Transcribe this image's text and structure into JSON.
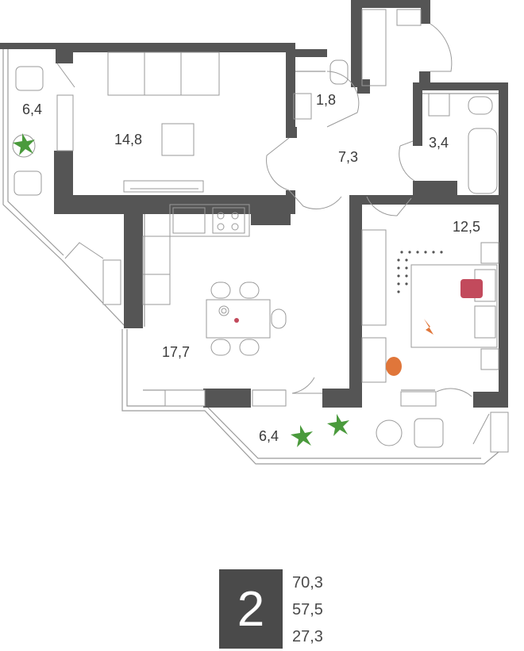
{
  "rooms": [
    {
      "id": "balcony-left",
      "area": "6,4"
    },
    {
      "id": "living",
      "area": "14,8"
    },
    {
      "id": "wc",
      "area": "1,8"
    },
    {
      "id": "hall",
      "area": "7,3"
    },
    {
      "id": "bathroom",
      "area": "3,4"
    },
    {
      "id": "bedroom",
      "area": "12,5"
    },
    {
      "id": "kitchen",
      "area": "17,7"
    },
    {
      "id": "balcony-bottom",
      "area": "6,4"
    }
  ],
  "summary": {
    "room_count": "2",
    "total_area": "70,3",
    "living_area": "57,5",
    "other_area": "27,3"
  },
  "colors": {
    "wall": "#555555",
    "line": "#9a9a9a",
    "plant": "#4a9a3c",
    "accent_pink": "#c24a5c",
    "accent_orange": "#e0763a"
  }
}
